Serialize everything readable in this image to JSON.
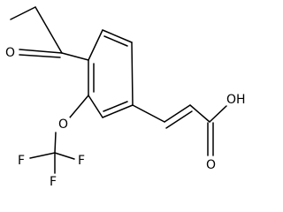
{
  "molecule": {
    "atoms": {
      "ketone_oxygen": "O",
      "ether_oxygen": "O",
      "acid_carbonyl_oxygen": "O",
      "acid_hydroxyl": "OH",
      "fluorine_1": "F",
      "fluorine_2": "F",
      "fluorine_3": "F"
    }
  }
}
